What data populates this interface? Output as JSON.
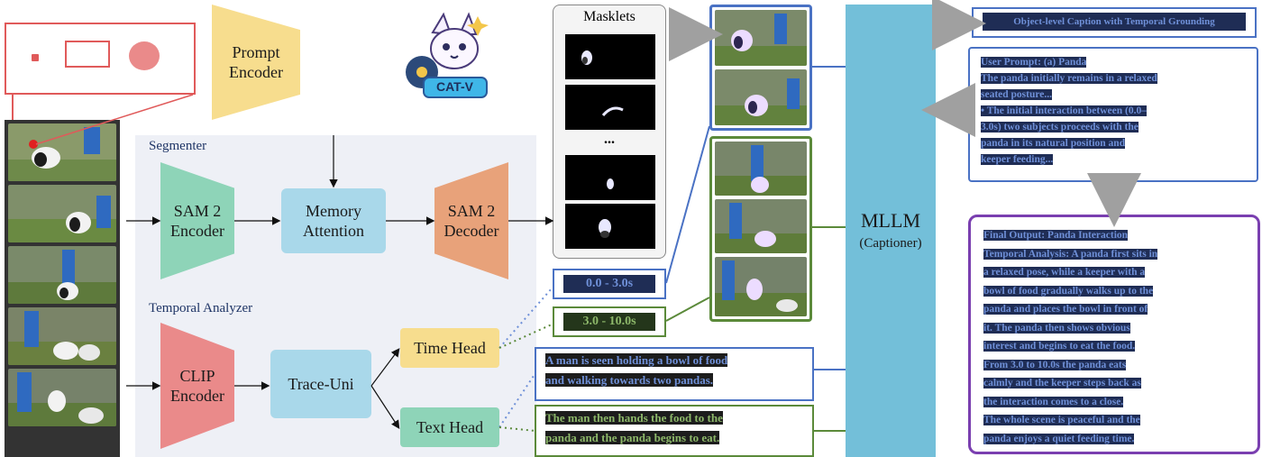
{
  "prompt_encoder": {
    "label_line1": "Prompt",
    "label_line2": "Encoder"
  },
  "logo": {
    "text": "CAT-V"
  },
  "segmenter": {
    "title": "Segmenter",
    "sam2_encoder": {
      "line1": "SAM 2",
      "line2": "Encoder"
    },
    "memory_attention": {
      "line1": "Memory",
      "line2": "Attention"
    },
    "sam2_decoder": {
      "line1": "SAM 2",
      "line2": "Decoder"
    }
  },
  "temporal_analyzer": {
    "title": "Temporal Analyzer",
    "clip_encoder": {
      "line1": "CLIP",
      "line2": "Encoder"
    },
    "trace_uni": "Trace-Uni",
    "time_head": "Time Head",
    "text_head": "Text Head"
  },
  "masklets": {
    "title": "Masklets",
    "ellipsis": "..."
  },
  "timestamps": {
    "first": "0.0 - 3.0s",
    "second": "3.0 - 10.0s"
  },
  "captions": {
    "blue": {
      "line1": "A man is seen holding a bowl of food",
      "line2": "and walking towards two pandas."
    },
    "green": {
      "line1": "The man then hands the food to the",
      "line2": "panda and the panda begins to eat."
    }
  },
  "mllm": {
    "title": "MLLM",
    "subtitle": "(Captioner)"
  },
  "output_header": "Object-level Caption with Temporal Grounding",
  "output_box1": [
    "User Prompt: (a) Panda",
    "The panda initially remains in a relaxed",
    "seated posture...",
    "• The initial interaction between (0.0–",
    "3.0s) two subjects proceeds with the",
    "panda in its natural position and",
    "keeper feeding..."
  ],
  "output_box2": [
    "Final Output: Panda Interaction",
    "Temporal Analysis: A panda first sits in",
    "a relaxed pose, while a keeper with a",
    "bowl of food gradually walks up to the",
    "panda and places the bowl in front of",
    "it. The panda then shows obvious",
    "interest and begins to eat the food.",
    "From 3.0 to 10.0s the panda eats",
    "calmly and the keeper steps back as",
    "the interaction comes to a close.",
    "The whole scene is peaceful and the",
    "panda enjoys a quiet feeding time."
  ],
  "colors": {
    "blue": "#4a72c4",
    "green": "#5b8a3a",
    "purple": "#7a3fb0",
    "mllm": "#73bfd9",
    "yellow": "#f7dd8e",
    "teal": "#8ed4b8",
    "lightblue": "#a9d8ea",
    "orange": "#e8a27a",
    "pink": "#ea8a8a",
    "red": "#e05050",
    "gray_arrow": "#a0a0a0"
  }
}
